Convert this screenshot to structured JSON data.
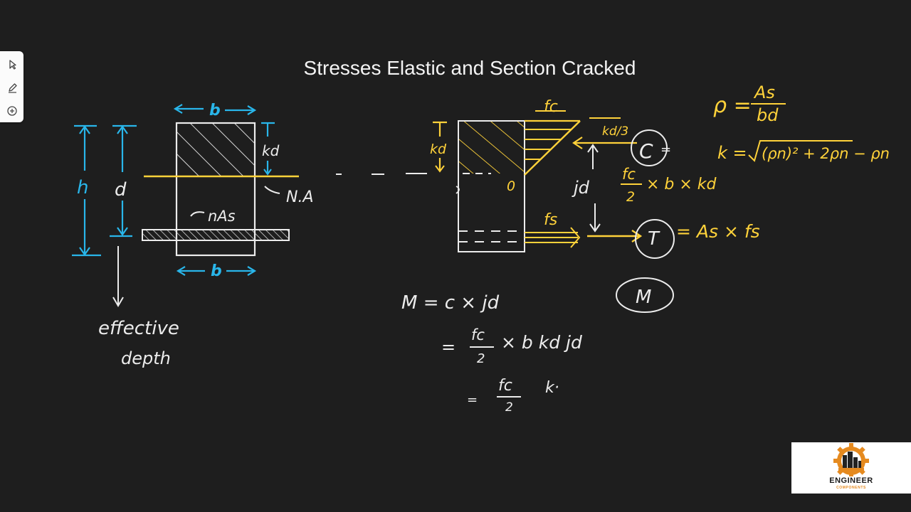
{
  "slide": {
    "title": "Stresses Elastic and Section Cracked"
  },
  "toolbar": {
    "tools": [
      {
        "name": "select-tool",
        "icon": "cursor-arrow-icon"
      },
      {
        "name": "pen-tool",
        "icon": "pen-icon"
      },
      {
        "name": "add-tool",
        "icon": "plus-circle-icon"
      }
    ]
  },
  "colors": {
    "background": "#1e1e1e",
    "cyan_ink": "#29b6ea",
    "white_ink": "#ececec",
    "yellow_ink": "#ffd23a",
    "logo_orange": "#e58a1f"
  },
  "section_sketch": {
    "width_label_top": "b",
    "width_label_bottom": "b",
    "height_label": "h",
    "depth_label": "d",
    "kd_label": "kd",
    "na_label": "N.A",
    "steel_label": "nAs",
    "note_line1": "effective",
    "note_line2": "depth"
  },
  "stress_sketch": {
    "fc_label": "fc",
    "kd3_label": "kd/3",
    "t_label": "T",
    "kd_label": "kd",
    "zero_label": "0",
    "fs_label": "fs",
    "jd_label": "jd",
    "c_label": "C",
    "t_force_label": "T",
    "m_label": "M"
  },
  "formulas": {
    "rho_lhs": "ρ =",
    "rho_num": "As",
    "rho_den": "bd",
    "k_lhs": "k =",
    "k_rhs": "(ρn)² + 2ρn − ρn",
    "c_frac_num": "fc",
    "c_frac_den": "2",
    "c_rest": "× b × kd",
    "t_eq": "= As × fs",
    "m_line1": "M = c × jd",
    "m_line2_prefix": "=",
    "m_line2_num": "fc",
    "m_line2_den": "2",
    "m_line2_rest": "× b kd jd",
    "m_line3_prefix": "=",
    "m_line3_num": "fc",
    "m_line3_den": "2",
    "m_line3_rest": "k·"
  },
  "logo": {
    "name": "ENGINEER",
    "sub": "COMPONENTS"
  }
}
